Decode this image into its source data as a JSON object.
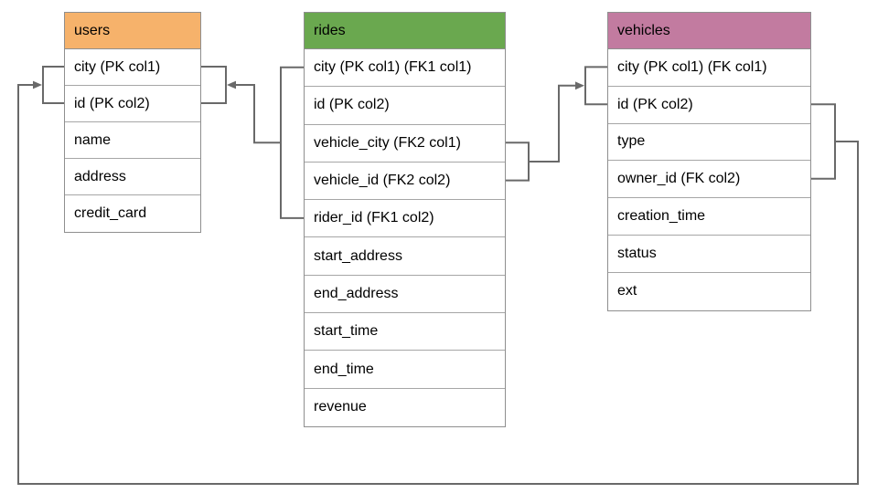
{
  "diagram": {
    "tables": [
      {
        "name": "users",
        "header_color": "#F6B26B",
        "columns": [
          "city (PK col1)",
          "id (PK col2)",
          "name",
          "address",
          "credit_card"
        ]
      },
      {
        "name": "rides",
        "header_color": "#6AA84F",
        "columns": [
          "city (PK col1) (FK1 col1)",
          "id (PK col2)",
          "vehicle_city (FK2 col1)",
          "vehicle_id (FK2 col2)",
          "rider_id (FK1 col2)",
          "start_address",
          "end_address",
          "start_time",
          "end_time",
          "revenue"
        ]
      },
      {
        "name": "vehicles",
        "header_color": "#C27BA0",
        "columns": [
          "city (PK col1) (FK col1)",
          "id (PK col2)",
          "type",
          "owner_id (FK col2)",
          "creation_time",
          "status",
          "ext"
        ]
      }
    ],
    "relationships": [
      {
        "from": "rides (city, rider_id)",
        "to": "users (city, id)"
      },
      {
        "from": "rides (vehicle_city, vehicle_id)",
        "to": "vehicles (city, id)"
      },
      {
        "from": "vehicles (id, owner_id)",
        "to": "users (city, id)"
      }
    ],
    "colors": {
      "connector": "#696969",
      "table_border": "#8f8f8f",
      "row_border": "#a6a6a6",
      "text": "#000000"
    }
  }
}
